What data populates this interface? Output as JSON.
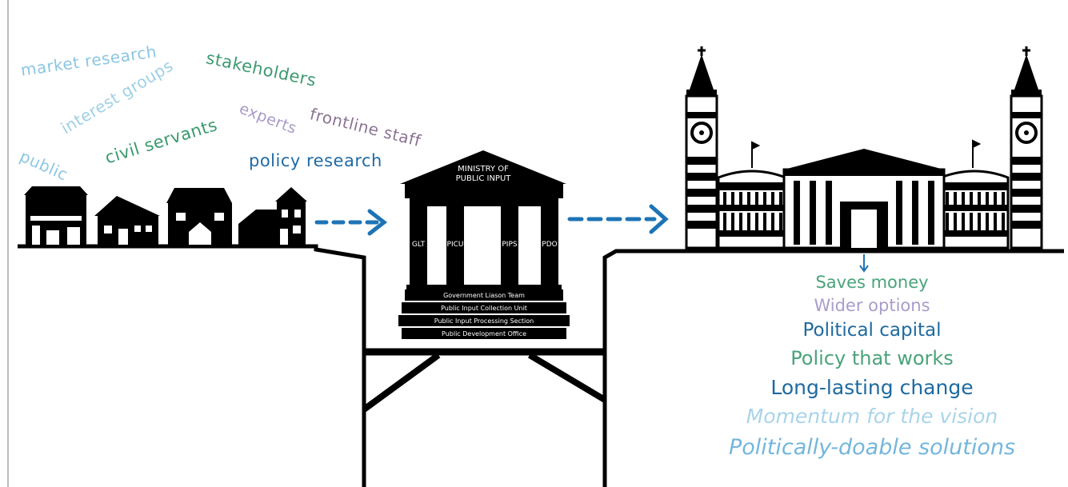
{
  "cloud_words": [
    {
      "text": "market research",
      "color": "#8cc6e2"
    },
    {
      "text": "stakeholders",
      "color": "#3e9a72"
    },
    {
      "text": "interest groups",
      "color": "#9fd0e6"
    },
    {
      "text": "experts",
      "color": "#a999c8"
    },
    {
      "text": "frontline staff",
      "color": "#8a7393"
    },
    {
      "text": "public",
      "color": "#8ec8e4"
    },
    {
      "text": "civil servants",
      "color": "#3a9a6e"
    },
    {
      "text": "policy research",
      "color": "#1f6aa5"
    }
  ],
  "ministry": {
    "title_line1": "MINISTRY OF",
    "title_line2": "PUBLIC INPUT",
    "pillars": [
      "GLT",
      "PICU",
      "PIPS",
      "PDO"
    ],
    "steps": [
      "Government Liason Team",
      "Public Input Collection Unit",
      "Public Input Processing Section",
      "Public Development Office"
    ]
  },
  "benefits": [
    {
      "text": "Saves money",
      "color": "#4aa37b"
    },
    {
      "text": "Wider options",
      "color": "#a99ccb"
    },
    {
      "text": "Political capital",
      "color": "#1e6aa0"
    },
    {
      "text": "Policy that works",
      "color": "#4aa37b"
    },
    {
      "text": "Long-lasting change",
      "color": "#1e6aa0"
    },
    {
      "text": "Momentum for the vision",
      "color": "#a9d4ea"
    },
    {
      "text": "Politically-doable solutions",
      "color": "#74b6dc"
    }
  ],
  "colors": {
    "arrow": "#1d74b5",
    "ink": "#000000"
  }
}
